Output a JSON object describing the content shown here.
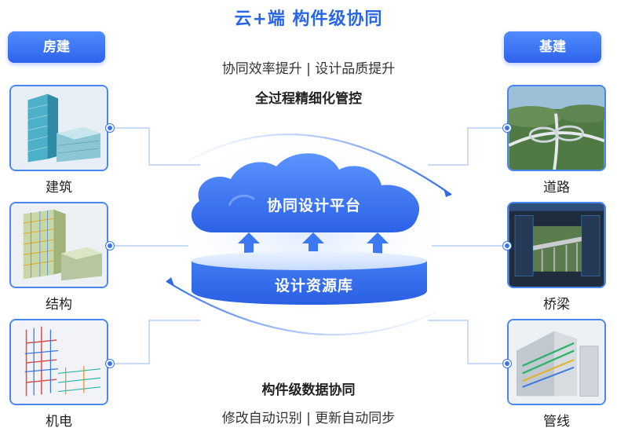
{
  "header": {
    "title": "云+端  构件级协同"
  },
  "categories": {
    "left": "房建",
    "right": "基建"
  },
  "top_text": {
    "line1": "协同效率提升 | 设计品质提升",
    "line2": "全过程精细化管控"
  },
  "bottom_text": {
    "line1": "构件级数据协同",
    "line2": "修改自动识别 | 更新自动同步"
  },
  "center": {
    "cloud": "协同设计平台",
    "database": "设计资源库"
  },
  "left_items": [
    {
      "label": "建筑",
      "icon": "building-render"
    },
    {
      "label": "结构",
      "icon": "structure-render"
    },
    {
      "label": "机电",
      "icon": "mep-render"
    }
  ],
  "right_items": [
    {
      "label": "道路",
      "icon": "road-interchange"
    },
    {
      "label": "桥梁",
      "icon": "bridge-render"
    },
    {
      "label": "管线",
      "icon": "pipeline-render"
    }
  ],
  "colors": {
    "accent": "#2a66e6",
    "cloud": "#3b78f2",
    "line": "#3a75ee"
  }
}
